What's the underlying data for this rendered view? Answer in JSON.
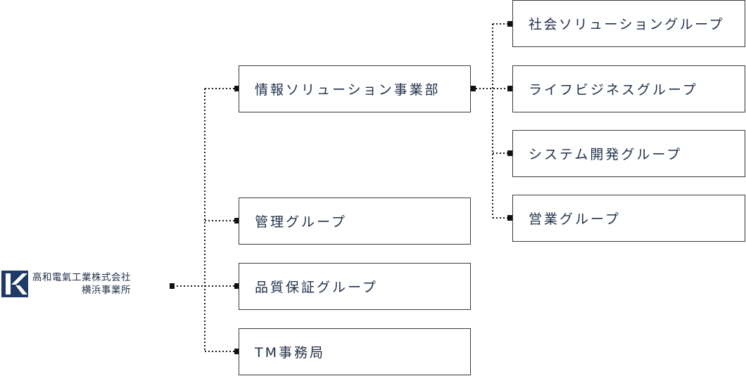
{
  "colors": {
    "line": "#1a1a1a",
    "text": "#1f2f4a",
    "logo": "#1f3a66",
    "border": "#3a3a3a"
  },
  "company": {
    "name": "高和電氣工業株式会社",
    "office": "横浜事業所"
  },
  "logo_icon": "company-logo-k",
  "divisions": [
    {
      "label": "情報ソリューション事業部"
    },
    {
      "label": "管理グループ"
    },
    {
      "label": "品質保証グループ"
    },
    {
      "label": "TM事務局"
    }
  ],
  "groups": [
    {
      "label": "社会ソリューショングループ"
    },
    {
      "label": "ライフビジネスグループ"
    },
    {
      "label": "システム開発グループ"
    },
    {
      "label": "営業グループ"
    }
  ]
}
